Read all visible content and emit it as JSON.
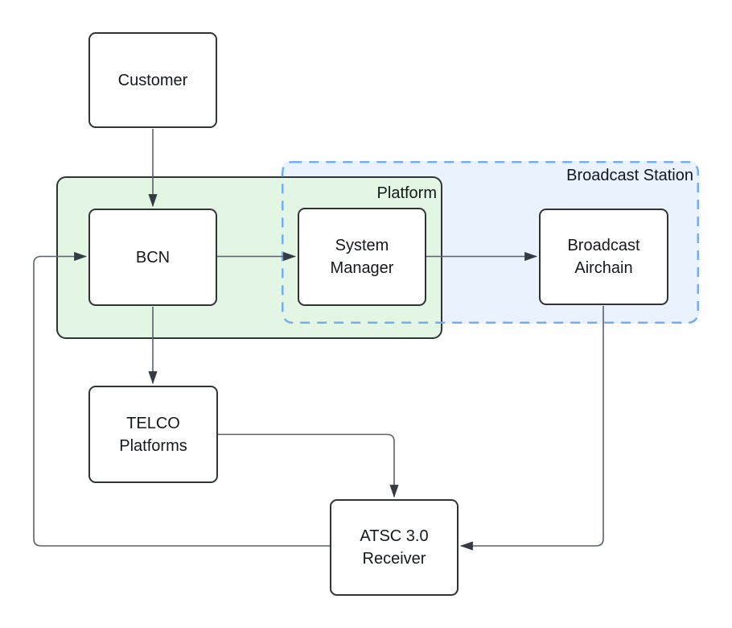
{
  "diagram": {
    "containers": [
      {
        "id": "platform",
        "label": "Platform",
        "fill": "#E3F6E4",
        "border_color": "#2F3437",
        "border_style": "solid"
      },
      {
        "id": "broadcast-station",
        "label": "Broadcast Station",
        "fill": "#EAF2FD",
        "border_color": "#74AEF2",
        "border_style": "dashed"
      }
    ],
    "nodes": [
      {
        "id": "customer",
        "label": "Customer",
        "container": null
      },
      {
        "id": "bcn",
        "label": "BCN",
        "container": "platform"
      },
      {
        "id": "system-manager",
        "label": "System Manager",
        "container": "platform"
      },
      {
        "id": "broadcast-airchain",
        "label": "Broadcast Airchain",
        "container": "broadcast-station"
      },
      {
        "id": "telco-platforms",
        "label": "TELCO Platforms",
        "container": null
      },
      {
        "id": "atsc-receiver",
        "label": "ATSC 3.0 Receiver",
        "container": null
      }
    ],
    "edges": [
      {
        "from": "customer",
        "to": "bcn"
      },
      {
        "from": "bcn",
        "to": "system-manager"
      },
      {
        "from": "system-manager",
        "to": "broadcast-airchain"
      },
      {
        "from": "bcn",
        "to": "telco-platforms"
      },
      {
        "from": "telco-platforms",
        "to": "atsc-receiver"
      },
      {
        "from": "broadcast-airchain",
        "to": "atsc-receiver"
      },
      {
        "from": "atsc-receiver",
        "to": "bcn"
      }
    ],
    "colors": {
      "node_fill": "#FFFFFF",
      "node_border": "#2F3437",
      "edge_stroke": "#5A6168",
      "arrowhead": "#343B42",
      "text": "#14181C",
      "background": "#FFFFFF"
    }
  }
}
